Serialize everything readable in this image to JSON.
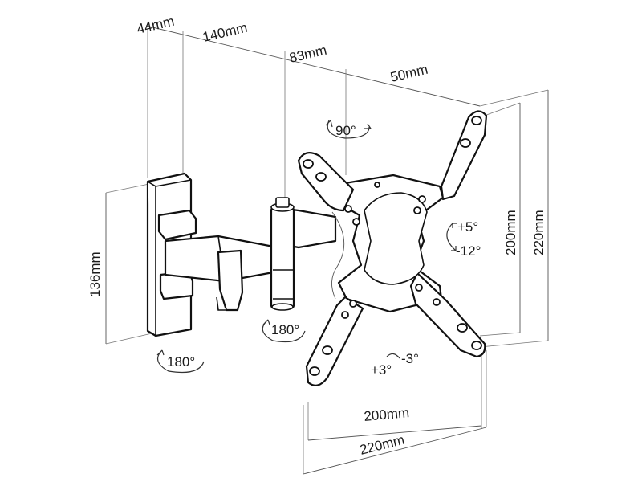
{
  "dimensions": {
    "wall_depth": "44mm",
    "arm_first": "140mm",
    "arm_second": "83mm",
    "arm_third": "50mm",
    "plate_height": "136mm",
    "vesa_inner_v": "200mm",
    "vesa_outer_v": "220mm",
    "vesa_inner_h": "200mm",
    "vesa_outer_h": "220mm"
  },
  "angles": {
    "swivel_top": "90°",
    "tilt_up": "+5°",
    "tilt_down": "-12°",
    "swivel_arm": "180°",
    "swivel_wall": "180°",
    "rotate_plus": "+3°",
    "rotate_minus": "-3°"
  }
}
